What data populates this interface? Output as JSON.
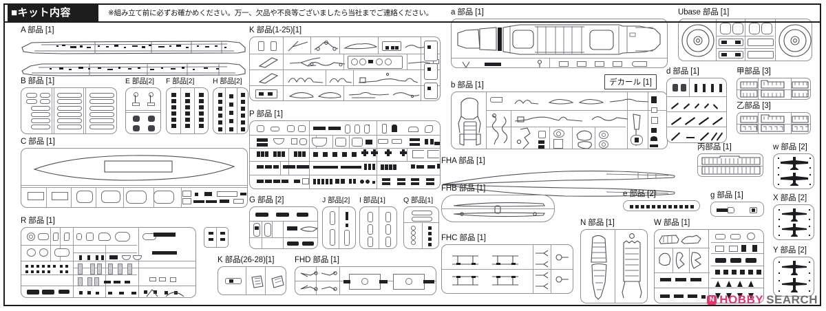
{
  "header": {
    "banner_label": "■キット内容",
    "note": "※組み立て前に必ずお確かめください。万一、欠品や不良等ございましたら当社までご連絡ください。"
  },
  "decal": {
    "label": "デカール [1]"
  },
  "watermark": {
    "icon": "hobby-search-logo-icon",
    "brand_primary": "HOBBY",
    "brand_secondary": "SEARCH",
    "color_primary": "#e8346c",
    "color_secondary": "#6d6d72"
  },
  "colors": {
    "frame": "#1a1a1a",
    "banner": "#1d1d1a",
    "sprue_outline": "#8e8e96",
    "part_outline": "#6f6f78"
  },
  "parts": [
    {
      "id": "A",
      "label": "A 部品 [1]",
      "qty": 1,
      "column": "left"
    },
    {
      "id": "B",
      "label": "B 部品 [1]",
      "qty": 1,
      "column": "left"
    },
    {
      "id": "E",
      "label": "E 部品[2]",
      "qty": 2,
      "column": "left"
    },
    {
      "id": "F",
      "label": "F 部品[2]",
      "qty": 2,
      "column": "left"
    },
    {
      "id": "H",
      "label": "H 部品[2]",
      "qty": 2,
      "column": "left"
    },
    {
      "id": "C",
      "label": "C 部品 [1]",
      "qty": 1,
      "column": "left"
    },
    {
      "id": "R",
      "label": "R 部品 [1]",
      "qty": 1,
      "column": "left"
    },
    {
      "id": "K1",
      "label": "K 部品(1-25)[1]",
      "qty": 1,
      "column": "mid"
    },
    {
      "id": "P",
      "label": "P 部品 [1]",
      "qty": 1,
      "column": "mid"
    },
    {
      "id": "G",
      "label": "G 部品 [2]",
      "qty": 2,
      "column": "mid"
    },
    {
      "id": "J",
      "label": "J 部品[2]",
      "qty": 2,
      "column": "mid"
    },
    {
      "id": "I",
      "label": "I 部品[1]",
      "qty": 1,
      "column": "mid"
    },
    {
      "id": "Q",
      "label": "Q 部品[1]",
      "qty": 1,
      "column": "mid"
    },
    {
      "id": "K26",
      "label": "K 部品(26-28)[1]",
      "qty": 1,
      "column": "mid"
    },
    {
      "id": "FHD",
      "label": "FHD 部品 [1]",
      "qty": 1,
      "column": "mid"
    },
    {
      "id": "a",
      "label": "a 部品 [1]",
      "qty": 1,
      "column": "right"
    },
    {
      "id": "b",
      "label": "b 部品 [1]",
      "qty": 1,
      "column": "right"
    },
    {
      "id": "FHA",
      "label": "FHA 部品 [1]",
      "qty": 1,
      "column": "right"
    },
    {
      "id": "FHB",
      "label": "FHB 部品 [1]",
      "qty": 1,
      "column": "right"
    },
    {
      "id": "FHC",
      "label": "FHC 部品 [1]",
      "qty": 1,
      "column": "right"
    },
    {
      "id": "e",
      "label": "e 部品 [2]",
      "qty": 2,
      "column": "right"
    },
    {
      "id": "N",
      "label": "N 部品 [1]",
      "qty": 1,
      "column": "right"
    },
    {
      "id": "W",
      "label": "W 部品 [1]",
      "qty": 1,
      "column": "right"
    },
    {
      "id": "Ubase",
      "label": "Ubase 部品 [1]",
      "qty": 1,
      "column": "far-right"
    },
    {
      "id": "d",
      "label": "d 部品 [1]",
      "qty": 1,
      "column": "far-right"
    },
    {
      "id": "kou",
      "label": "甲部品 [3]",
      "qty": 3,
      "column": "far-right"
    },
    {
      "id": "otsu",
      "label": "乙部品 [3]",
      "qty": 3,
      "column": "far-right"
    },
    {
      "id": "hei",
      "label": "丙部品 [1]",
      "qty": 1,
      "column": "far-right"
    },
    {
      "id": "g",
      "label": "g 部品 [1]",
      "qty": 1,
      "column": "far-right"
    },
    {
      "id": "w",
      "label": "w 部品 [2]",
      "qty": 2,
      "column": "far-right"
    },
    {
      "id": "X",
      "label": "X 部品 [2]",
      "qty": 2,
      "column": "far-right"
    },
    {
      "id": "Y",
      "label": "Y 部品 [2]",
      "qty": 2,
      "column": "far-right"
    }
  ]
}
